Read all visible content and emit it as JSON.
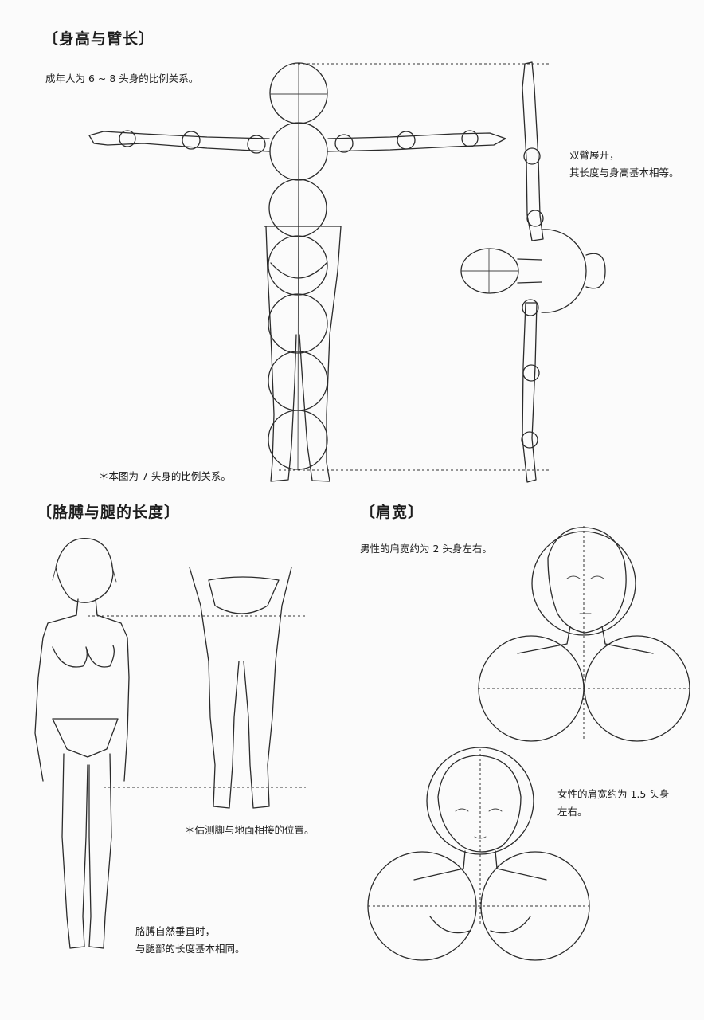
{
  "sections": {
    "height_arm": {
      "title": "〔身高与臂长〕",
      "intro": "成年人为 6 ~ 8 头身的比例关系。",
      "arms_note_line1": "双臂展开，",
      "arms_note_line2": "其长度与身高基本相等。",
      "footnote": "＊本图为 7 头身的比例关系。"
    },
    "arm_leg": {
      "title": "〔胳膊与腿的长度〕",
      "foot_note": "＊估测脚与地面相接的位置。",
      "caption_line1": "胳膊自然垂直时，",
      "caption_line2": "与腿部的长度基本相同。"
    },
    "shoulder": {
      "title": "〔肩宽〕",
      "male_note": "男性的肩宽约为 2 头身左右。",
      "female_note_line1": "女性的肩宽约为 1.5 头身",
      "female_note_line2": "左右。"
    }
  },
  "colors": {
    "ink": "#2b2b2b",
    "paper": "#fbfbfb"
  },
  "figures": {
    "t_pose_head_units": 7,
    "male_shoulder_head_units": 2,
    "female_shoulder_head_units": 1.5
  }
}
